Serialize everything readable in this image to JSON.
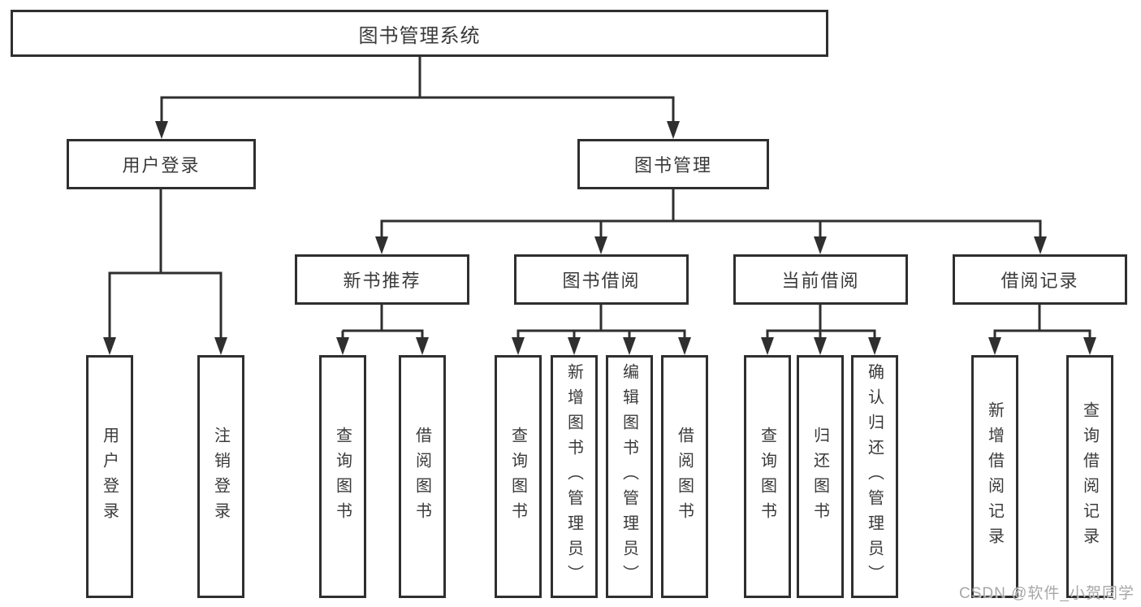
{
  "tree": {
    "root": {
      "label": "图书管理系统"
    },
    "level2": [
      {
        "label": "用户登录"
      },
      {
        "label": "图书管理"
      }
    ],
    "level3": [
      {
        "label": "新书推荐",
        "parent": "图书管理"
      },
      {
        "label": "图书借阅",
        "parent": "图书管理"
      },
      {
        "label": "当前借阅",
        "parent": "图书管理"
      },
      {
        "label": "借阅记录",
        "parent": "图书管理"
      }
    ],
    "leaves": [
      {
        "label": "用户登录",
        "parent": "用户登录"
      },
      {
        "label": "注销登录",
        "parent": "用户登录"
      },
      {
        "label": "查询图书",
        "parent": "新书推荐"
      },
      {
        "label": "借阅图书",
        "parent": "新书推荐"
      },
      {
        "label": "查询图书",
        "parent": "图书借阅"
      },
      {
        "label": "新增图书（管理员）",
        "parent": "图书借阅"
      },
      {
        "label": "编辑图书（管理员）",
        "parent": "图书借阅"
      },
      {
        "label": "借阅图书",
        "parent": "图书借阅"
      },
      {
        "label": "查询图书",
        "parent": "当前借阅"
      },
      {
        "label": "归还图书",
        "parent": "当前借阅"
      },
      {
        "label": "确认归还（管理员）",
        "parent": "当前借阅"
      },
      {
        "label": "新增借阅记录",
        "parent": "借阅记录"
      },
      {
        "label": "查询借阅记录",
        "parent": "借阅记录"
      }
    ]
  },
  "watermark": "CSDN @软件_小贺同学",
  "colors": {
    "line": "#2f2f2f",
    "text": "#3a3a3a",
    "box_background": "#ffffff",
    "page_background": "#ffffff",
    "watermark": "#a0a0a0"
  }
}
